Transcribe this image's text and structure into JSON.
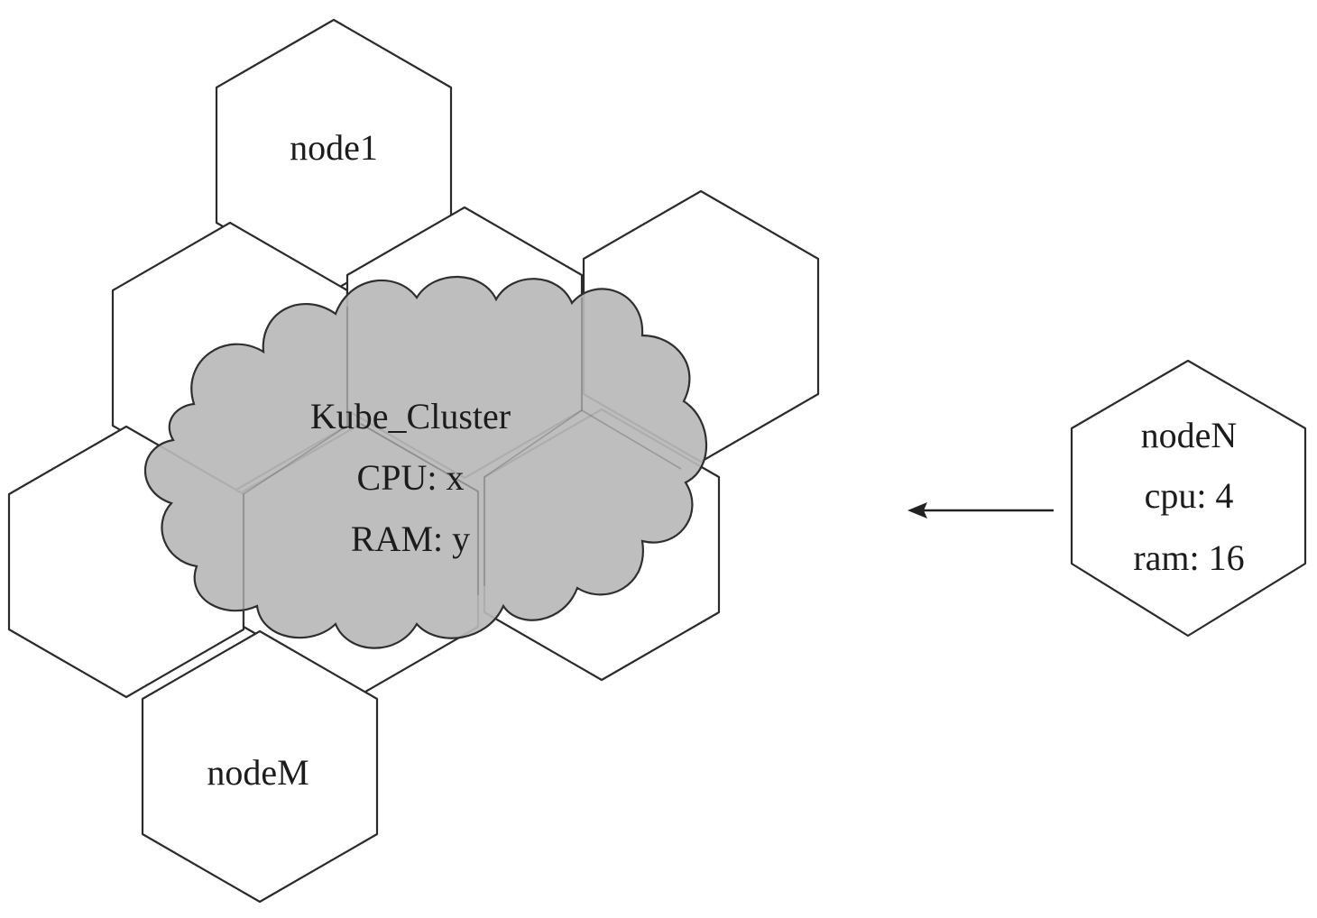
{
  "nodes": {
    "first": {
      "label": "node1"
    },
    "last": {
      "label": "nodeM"
    },
    "incoming": {
      "label": "nodeN",
      "cpu": "cpu: 4",
      "ram": "ram: 16"
    }
  },
  "cluster": {
    "name": "Kube_Cluster",
    "cpu": "CPU: x",
    "ram": "RAM: y"
  }
}
